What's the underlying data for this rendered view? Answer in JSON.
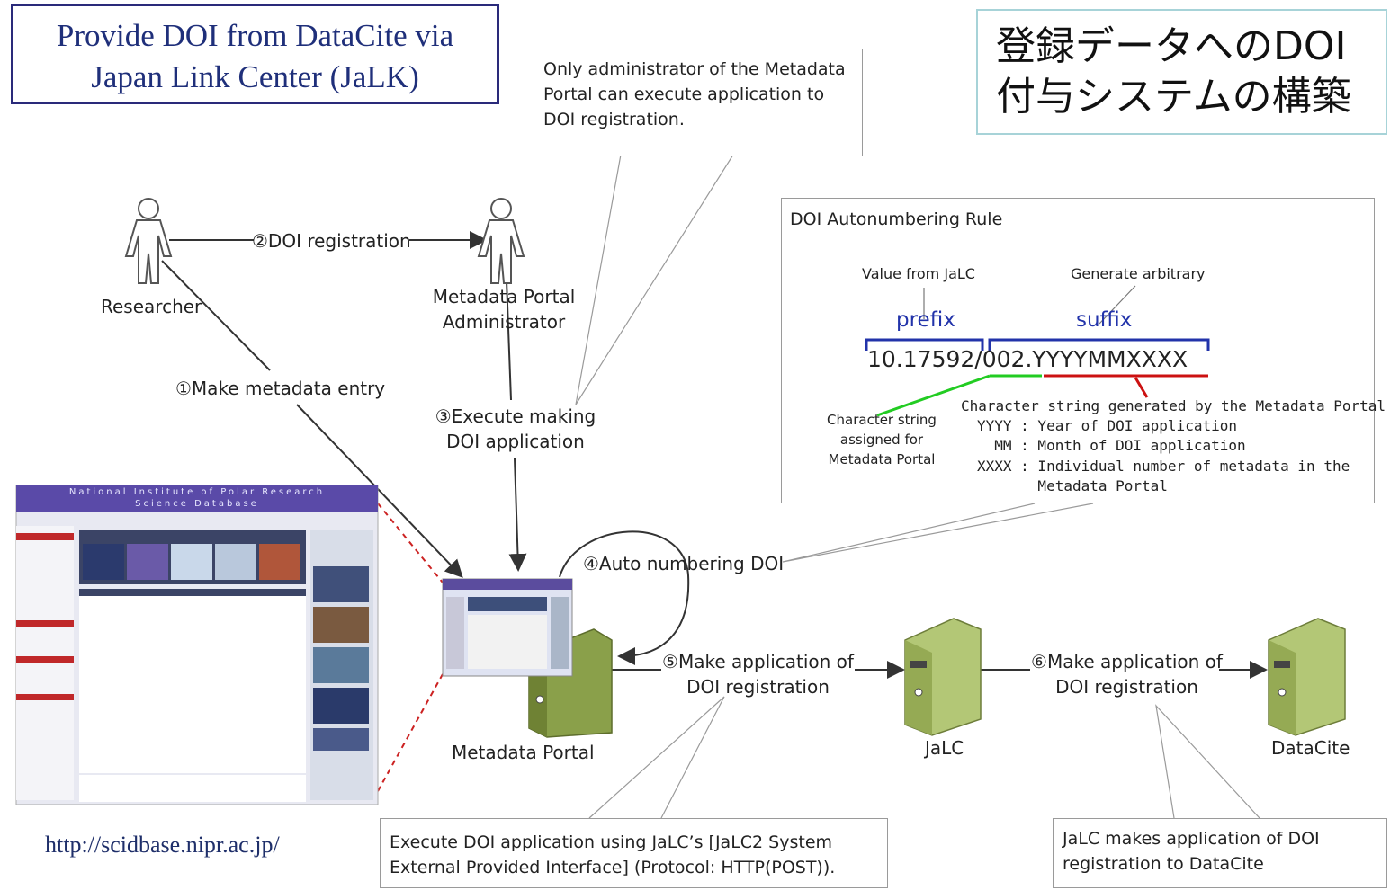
{
  "title": {
    "line1": "Provide DOI from DataCite via",
    "line2": "Japan Link Center (JaLK)"
  },
  "japanese_title": {
    "line1": "登録データへのDOI",
    "line2": "付与システムの構築"
  },
  "callouts": {
    "admin_only": {
      "line1": "Only administrator of the Metadata",
      "line2": "Portal can execute application to",
      "line3": "DOI registration."
    },
    "execute_doi": {
      "line1": "Execute DOI application using JaLC’s [JaLC2 System",
      "line2": "External Provided Interface] (Protocol: HTTP(POST))."
    },
    "jalc_datacite": {
      "line1": "JaLC makes application of DOI",
      "line2": "registration to DataCite"
    }
  },
  "actors": {
    "researcher": "Researcher",
    "administrator": {
      "line1": "Metadata Portal",
      "line2": "Administrator"
    }
  },
  "steps": {
    "s1": "①Make metadata entry",
    "s2": "②DOI registration",
    "s3": {
      "line1": "③Execute making",
      "line2": "DOI application"
    },
    "s4": "④Auto numbering DOI",
    "s5": {
      "line1": "⑤Make application of",
      "line2": "DOI registration"
    },
    "s6": {
      "line1": "⑥Make application of",
      "line2": "DOI registration"
    }
  },
  "servers": {
    "portal": "Metadata Portal",
    "jalc": "JaLC",
    "datacite": "DataCite"
  },
  "url": "http://scidbase.nipr.ac.jp/",
  "screenshot": {
    "header": "National Institute of Polar Research",
    "subheader": "Science Database"
  },
  "rule": {
    "title": "DOI Autonumbering Rule",
    "value_from": "Value from JaLC",
    "generate": "Generate arbitrary",
    "prefix": "prefix",
    "suffix": "suffix",
    "doi_prefix": "10.17592",
    "doi_sep": "/",
    "doi_suffix": "002.YYYYMMXXXX",
    "assigned": {
      "line1": "Character string",
      "line2": "assigned for",
      "line3": "Metadata Portal"
    },
    "generated_title": "Character string generated by the Metadata Portal",
    "yyyy": "YYYY : Year of DOI application",
    "mm": "  MM : Month of DOI application",
    "xxxx": "XXXX : Individual number of metadata in the",
    "xxxx2": "       Metadata Portal"
  },
  "colors": {
    "title_border": "#2a2a7a",
    "jp_border": "#a7d3d8",
    "prefix_blue": "#2233aa",
    "green_line": "#22cc22",
    "red_line": "#cc1111",
    "server_green": "#8aa04a"
  }
}
